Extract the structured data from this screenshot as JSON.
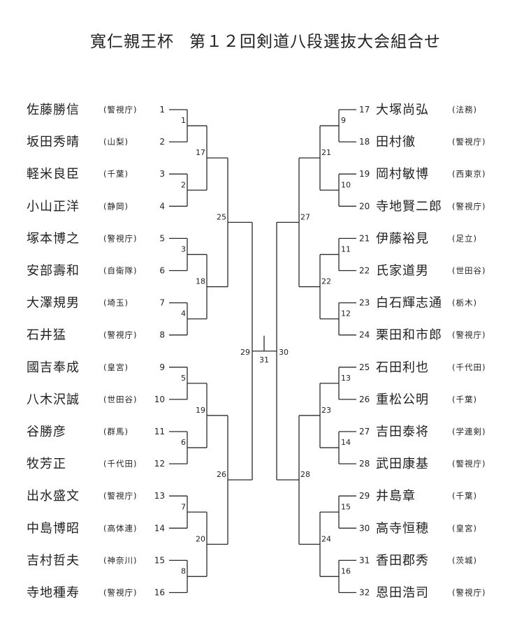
{
  "title_part1": "寬仁親王杯",
  "title_part2": "第１２回剣道八段選抜大会組合せ",
  "left_players": [
    {
      "seed": "1",
      "name": "佐藤勝信",
      "team": "警視庁"
    },
    {
      "seed": "2",
      "name": "坂田秀晴",
      "team": "山梨"
    },
    {
      "seed": "3",
      "name": "軽米良臣",
      "team": "千葉"
    },
    {
      "seed": "4",
      "name": "小山正洋",
      "team": "静岡"
    },
    {
      "seed": "5",
      "name": "塚本博之",
      "team": "警視庁"
    },
    {
      "seed": "6",
      "name": "安部壽和",
      "team": "自衛隊"
    },
    {
      "seed": "7",
      "name": "大澤規男",
      "team": "埼玉"
    },
    {
      "seed": "8",
      "name": "石井猛",
      "team": "警視庁"
    },
    {
      "seed": "9",
      "name": "國吉奉成",
      "team": "皇宮"
    },
    {
      "seed": "10",
      "name": "八木沢誠",
      "team": "世田谷"
    },
    {
      "seed": "11",
      "name": "谷勝彦",
      "team": "群馬"
    },
    {
      "seed": "12",
      "name": "牧芳正",
      "team": "千代田"
    },
    {
      "seed": "13",
      "name": "出水盛文",
      "team": "警視庁"
    },
    {
      "seed": "14",
      "name": "中島博昭",
      "team": "高体連"
    },
    {
      "seed": "15",
      "name": "吉村哲夫",
      "team": "神奈川"
    },
    {
      "seed": "16",
      "name": "寺地種寿",
      "team": "警視庁"
    }
  ],
  "right_players": [
    {
      "seed": "17",
      "name": "大塚尚弘",
      "team": "法務"
    },
    {
      "seed": "18",
      "name": "田村徹",
      "team": "警視庁"
    },
    {
      "seed": "19",
      "name": "岡村敏博",
      "team": "西東京"
    },
    {
      "seed": "20",
      "name": "寺地賢二郎",
      "team": "警視庁"
    },
    {
      "seed": "21",
      "name": "伊藤裕見",
      "team": "足立"
    },
    {
      "seed": "22",
      "name": "氏家道男",
      "team": "世田谷"
    },
    {
      "seed": "23",
      "name": "白石輝志通",
      "team": "栃木"
    },
    {
      "seed": "24",
      "name": "栗田和市郎",
      "team": "警視庁"
    },
    {
      "seed": "25",
      "name": "石田利也",
      "team": "千代田"
    },
    {
      "seed": "26",
      "name": "重松公明",
      "team": "千葉"
    },
    {
      "seed": "27",
      "name": "吉田泰将",
      "team": "学連剣"
    },
    {
      "seed": "28",
      "name": "武田康基",
      "team": "警視庁"
    },
    {
      "seed": "29",
      "name": "井島章",
      "team": "千葉"
    },
    {
      "seed": "30",
      "name": "高寺恒穂",
      "team": "皇宮"
    },
    {
      "seed": "31",
      "name": "香田郡秀",
      "team": "茨城"
    },
    {
      "seed": "32",
      "name": "恩田浩司",
      "team": "警視庁"
    }
  ],
  "left_matches": {
    "r1": [
      "1",
      "2",
      "3",
      "4",
      "5",
      "6",
      "7",
      "8"
    ],
    "r2": [
      "17",
      "18",
      "19",
      "20"
    ],
    "r3": [
      "25",
      "26"
    ],
    "r4": "29"
  },
  "right_matches": {
    "r1": [
      "9",
      "10",
      "11",
      "12",
      "13",
      "14",
      "15",
      "16"
    ],
    "r2": [
      "21",
      "22",
      "23",
      "24"
    ],
    "r3": [
      "27",
      "28"
    ],
    "r4": "30"
  },
  "final_match": "31"
}
